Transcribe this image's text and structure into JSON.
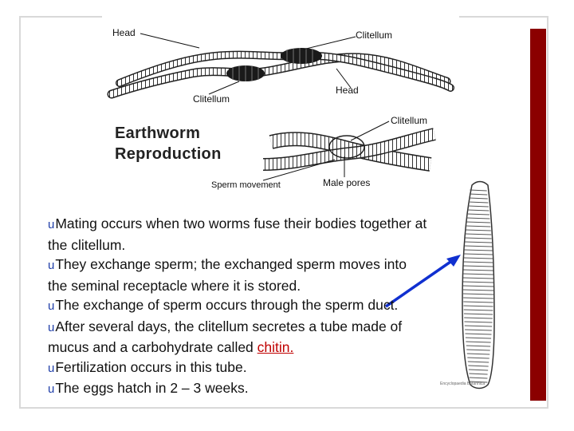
{
  "diagram": {
    "labels": {
      "head_top": "Head",
      "clitellum_top": "Clitellum",
      "clitellum_left": "Clitellum",
      "head_right": "Head",
      "clitellum_lower": "Clitellum",
      "sperm_movement": "Sperm movement",
      "male_pores": "Male pores"
    },
    "title_line1": "Earthworm",
    "title_line2": "Reproduction",
    "image_credit": "Encyclopaedia Britannica"
  },
  "bullets": [
    {
      "text": "Mating occurs when two worms fuse their bodies together at the clitellum."
    },
    {
      "text": "They exchange sperm;  the exchanged sperm moves into the seminal receptacle where it is stored."
    },
    {
      "text": "The exchange of sperm occurs through the sperm duct."
    },
    {
      "text_before": "After several days, the clitellum secretes a tube made of mucus and a carbohydrate called ",
      "term": "chitin."
    },
    {
      "text": "Fertilization occurs in this tube."
    },
    {
      "text": "The eggs hatch in 2 – 3 weeks."
    }
  ],
  "bullet_symbol": "u",
  "colors": {
    "accent_bar": "#8b0000",
    "bullet": "#1f3ea8",
    "term": "#c00000",
    "arrow": "#1030d0"
  }
}
